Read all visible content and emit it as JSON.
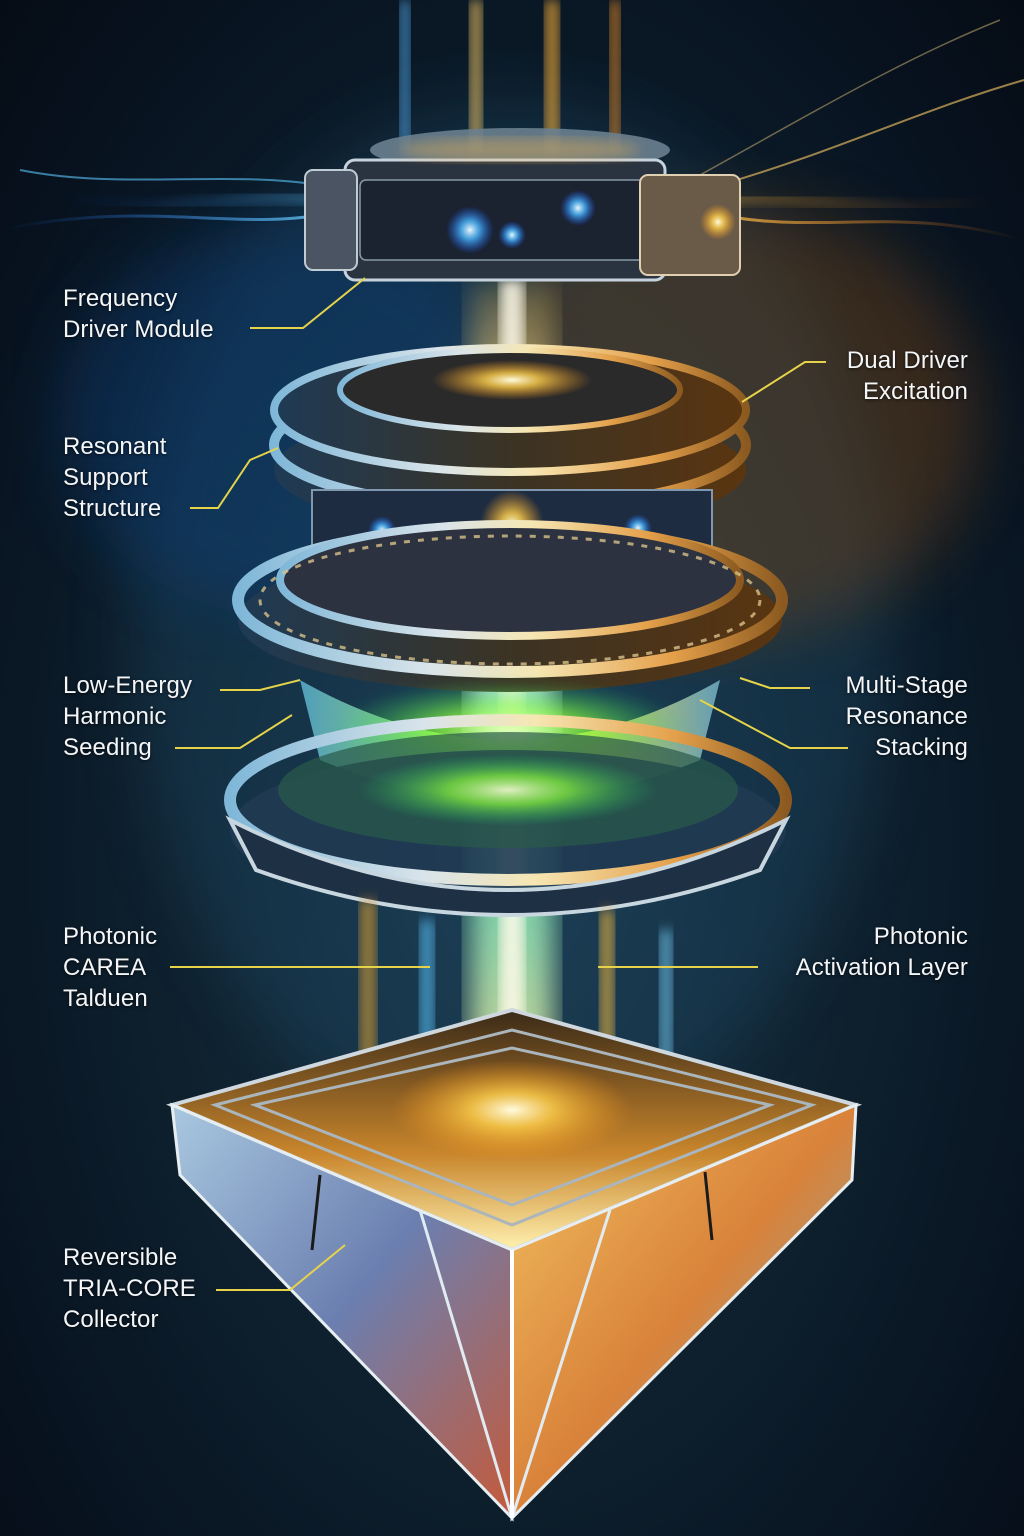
{
  "diagram": {
    "components": {
      "frequency_driver": {
        "lines": [
          "Frequency",
          "Driver Module"
        ]
      },
      "dual_driver": {
        "lines": [
          "Dual Driver",
          "Excitation"
        ]
      },
      "resonant_support": {
        "lines": [
          "Resonant",
          "Support",
          "Structure"
        ]
      },
      "low_energy": {
        "lines": [
          "Low-Energy",
          "Harmonic",
          "Seeding"
        ]
      },
      "multi_stage": {
        "lines": [
          "Multi-Stage",
          "Resonance",
          "Stacking"
        ]
      },
      "photonic_left": {
        "lines": [
          "Photonic",
          "CAREA",
          "Talduen"
        ]
      },
      "photonic_activation": {
        "lines": [
          "Photonic",
          "Activation Layer"
        ]
      },
      "collector": {
        "lines": [
          "Reversible",
          "TRIA-CORE",
          "Collector"
        ]
      }
    },
    "colors": {
      "leader_line": "#e6d34a",
      "beam_warm": "#ffb52e",
      "beam_cool": "#3aa8ff",
      "beam_green": "#7dff5a",
      "background": "#0f2230"
    }
  }
}
